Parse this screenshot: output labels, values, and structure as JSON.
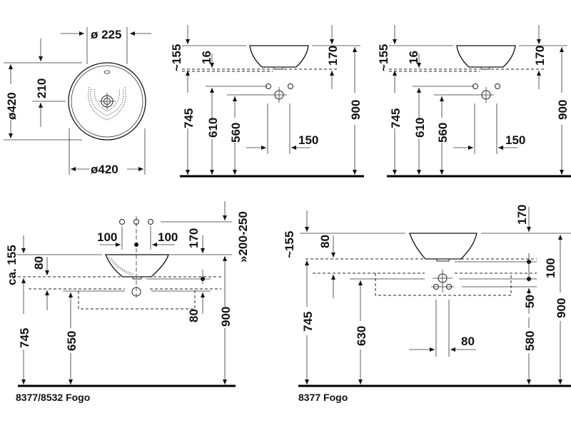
{
  "drawing": {
    "subject": "Fogo vessel washbasin technical dimension drawing",
    "units": "mm",
    "top_view": {
      "dims": {
        "outlet_diameter": "ø 225",
        "height_diameter": "ø420",
        "center_offset": "210",
        "width_diameter": "ø420"
      }
    },
    "side_view_1": {
      "dims": {
        "above_counter": "~155",
        "counter_thickness": "16",
        "basin_height": "170",
        "counter_height": "745",
        "tap_height": "610",
        "waste_height": "560",
        "total_height": "900",
        "waste_width": "150"
      }
    },
    "side_view_2": {
      "dims": {
        "above_counter": "~155",
        "counter_thickness": "16",
        "basin_height": "170",
        "counter_height": "745",
        "tap_height": "610",
        "waste_height": "560",
        "total_height": "900",
        "waste_width": "150"
      }
    },
    "front_view_8532": {
      "caption": "8377/8532 Fogo",
      "dims": {
        "above_counter": "ca. 155",
        "counter_thickness": "80",
        "tap_left_offset": "100",
        "tap_right_offset": "100",
        "basin_height": "170",
        "tap_above": "»200-250",
        "counter_height": "745",
        "waste_height": "650",
        "total_height": "900",
        "cabinet_gap": "80"
      }
    },
    "front_view_8377": {
      "caption": "8377 Fogo",
      "dims": {
        "above_counter": "~155",
        "counter_thickness": "80",
        "basin_height": "170",
        "total_height": "900",
        "counter_height": "745",
        "waste_height": "630",
        "drain_gap": "100",
        "pipe_gap": "50",
        "pipe_height": "580",
        "tap_spacing": "80"
      }
    }
  }
}
